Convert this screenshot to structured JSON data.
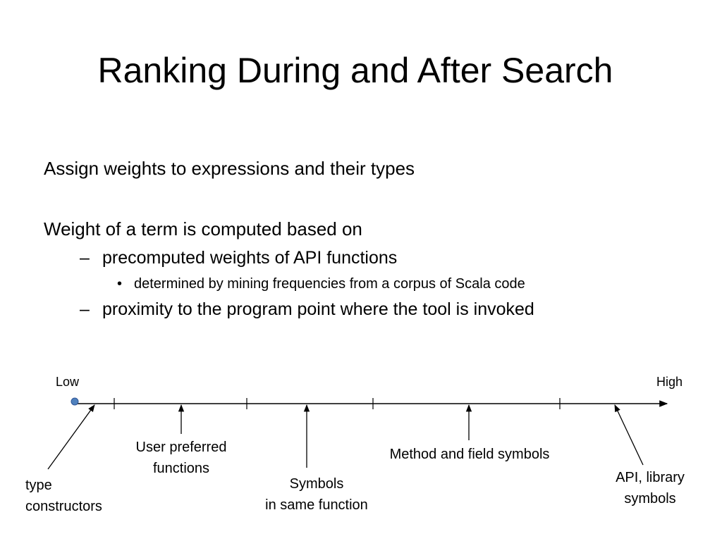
{
  "slide": {
    "title": "Ranking During and After Search",
    "bullets": {
      "assign": "Assign weights to expressions and their types",
      "weight": "Weight of a term is computed based on",
      "sub1": "precomputed weights of API functions",
      "sub1a": "determined by mining frequencies from a corpus of Scala code",
      "sub2": "proximity to the program point where the tool is invoked",
      "dash": "–",
      "dot": "•"
    }
  },
  "scale": {
    "low": "Low",
    "high": "High",
    "annotations": {
      "type_constructors": [
        "type",
        "constructors"
      ],
      "user_preferred": [
        "User preferred",
        "functions"
      ],
      "symbols_same_function": [
        "Symbols",
        "in same function"
      ],
      "method_field": [
        "Method and field symbols"
      ],
      "api_library": [
        "API, library",
        "symbols"
      ]
    }
  }
}
